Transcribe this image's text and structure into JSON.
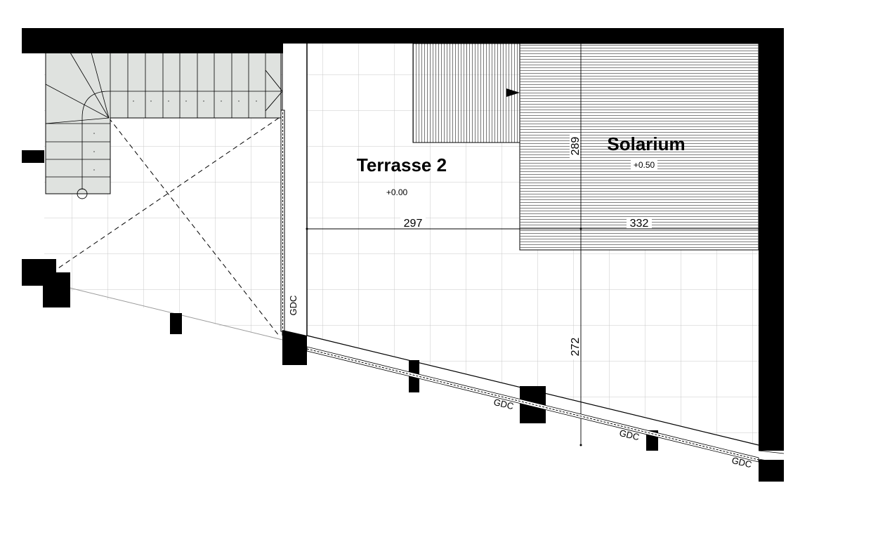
{
  "rooms": [
    {
      "name": "Terrasse 2",
      "level": "+0.00"
    },
    {
      "name": "Solarium",
      "level": "+0.50"
    }
  ],
  "dimensions": {
    "width_terrasse": "297",
    "width_solarium": "332",
    "depth_upper": "289",
    "depth_lower": "272"
  },
  "railings": [
    "GDC",
    "GDC",
    "GDC",
    "GDC"
  ],
  "colors": {
    "wall": "#000000",
    "stair_fill": "#dfe2df",
    "grid_line": "#c8c8c8",
    "deck_line": "#555555"
  }
}
